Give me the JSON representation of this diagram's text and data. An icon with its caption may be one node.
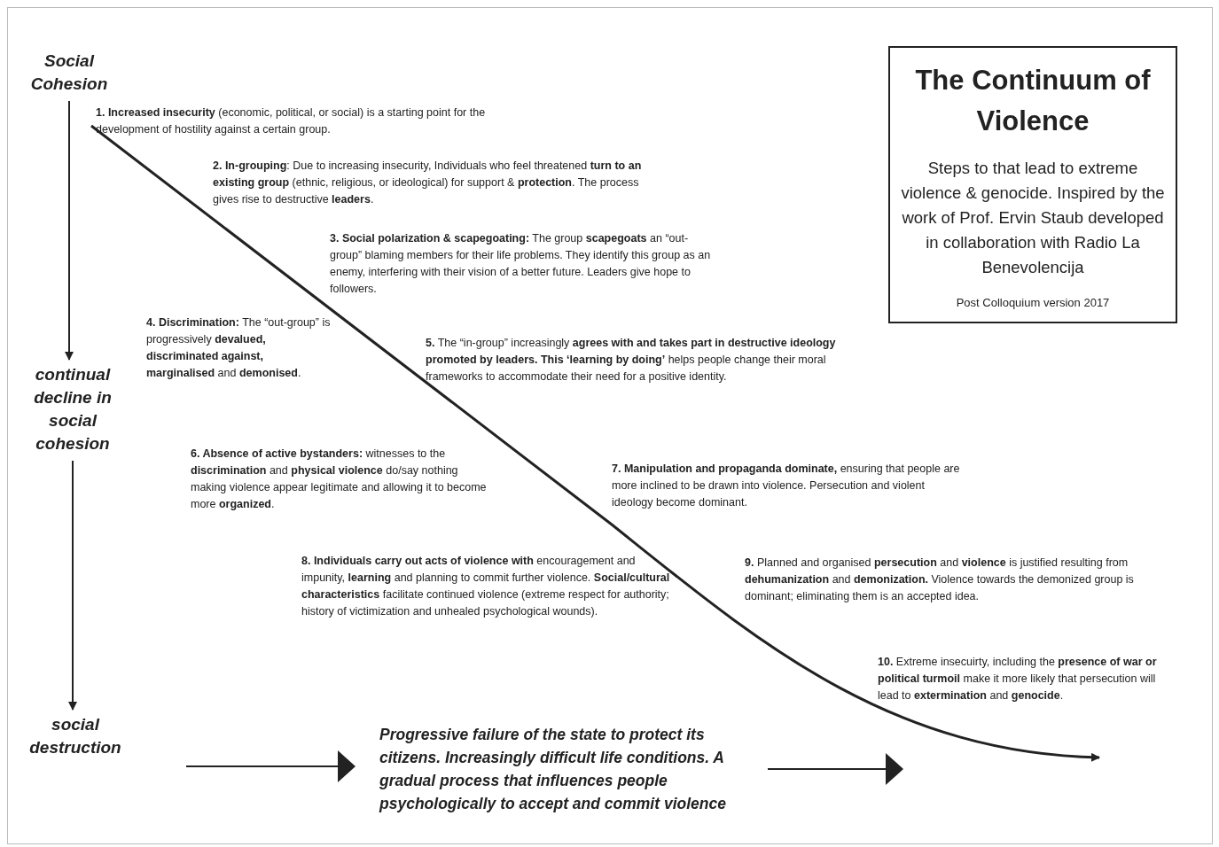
{
  "diagram": {
    "nodes": [
      {
        "text": [
          "Social Cohesion"
        ]
      },
      {
        "text": [
          "The Continuum of Violence",
          "Steps to that lead to extreme violence & genocide. Inspired by the work of Prof. Ervin Staub developed in collaboration with Radio La Benevolencija",
          "Post Colloquium version 2017"
        ]
      },
      {
        "text": [
          "continual decline in social cohesion"
        ]
      },
      {
        "text": [
          "social destruction"
        ]
      },
      {
        "text": [
          "Progressive failure of the state to protect its citizens. Increasingly difficult life conditions. A gradual process that influences people psychologically to accept and commit violence"
        ]
      }
    ],
    "edges": [
      {
        "from": 0,
        "to": 2,
        "arrow": "to"
      },
      {
        "from": 2,
        "to": 3,
        "arrow": "to"
      },
      {
        "from": null,
        "to": 4,
        "arrow": "to"
      },
      {
        "from": 4,
        "to": null,
        "arrow": "to"
      }
    ],
    "labels": [
      "**1. Increased insecurity** (economic, political, or social) is a starting point for the development of hostility against a certain group.",
      "**2. In-grouping**: Due to increasing insecurity, Individuals who feel threatened **turn to an existing group** (ethnic, religious, or ideological) for support & **protection**. The process gives rise to destructive **leaders**.",
      "**3. Social polarization & scapegoating:** The group **scapegoats** an “out-group” blaming members for their life problems. They identify this group as an enemy, interfering with their vision of a better future. Leaders give hope to followers.",
      "**4. Discrimination:** The “out-group” is progressively **devalued, discriminated against, marginalised** and **demonised**.",
      "**5.** The “in-group” increasingly **agrees with and takes part in destructive ideology promoted by leaders. This ‘learning by doing’** helps people change their moral frameworks to accommodate their need for a positive identity.",
      "**6. Absence of active bystanders:** witnesses to the **discrimination** and **physical violence** do/say nothing making violence appear legitimate and allowing it to become more **organized**.",
      "**7. Manipulation and propaganda dominate,** ensuring that people are more inclined to be drawn into violence. Persecution and violent ideology become dominant.",
      "**8. Individuals carry out acts of violence with** encouragement and impunity, **learning** and planning to commit further violence. **Social/cultural characteristics** facilitate continued violence (extreme respect for authority; history of victimization and unhealed psychological wounds).",
      "**9.** Planned and organised **persecution** and **violence** is justified resulting from **dehumanization** and **demonization.** Violence towards the demonized group is dominant; eliminating them is an accepted idea.",
      "**10.** Extreme insecuirty, including the **presence of war or political turmoil** make it more likely that persecution will lead to **extermination** and **genocide**."
    ]
  }
}
